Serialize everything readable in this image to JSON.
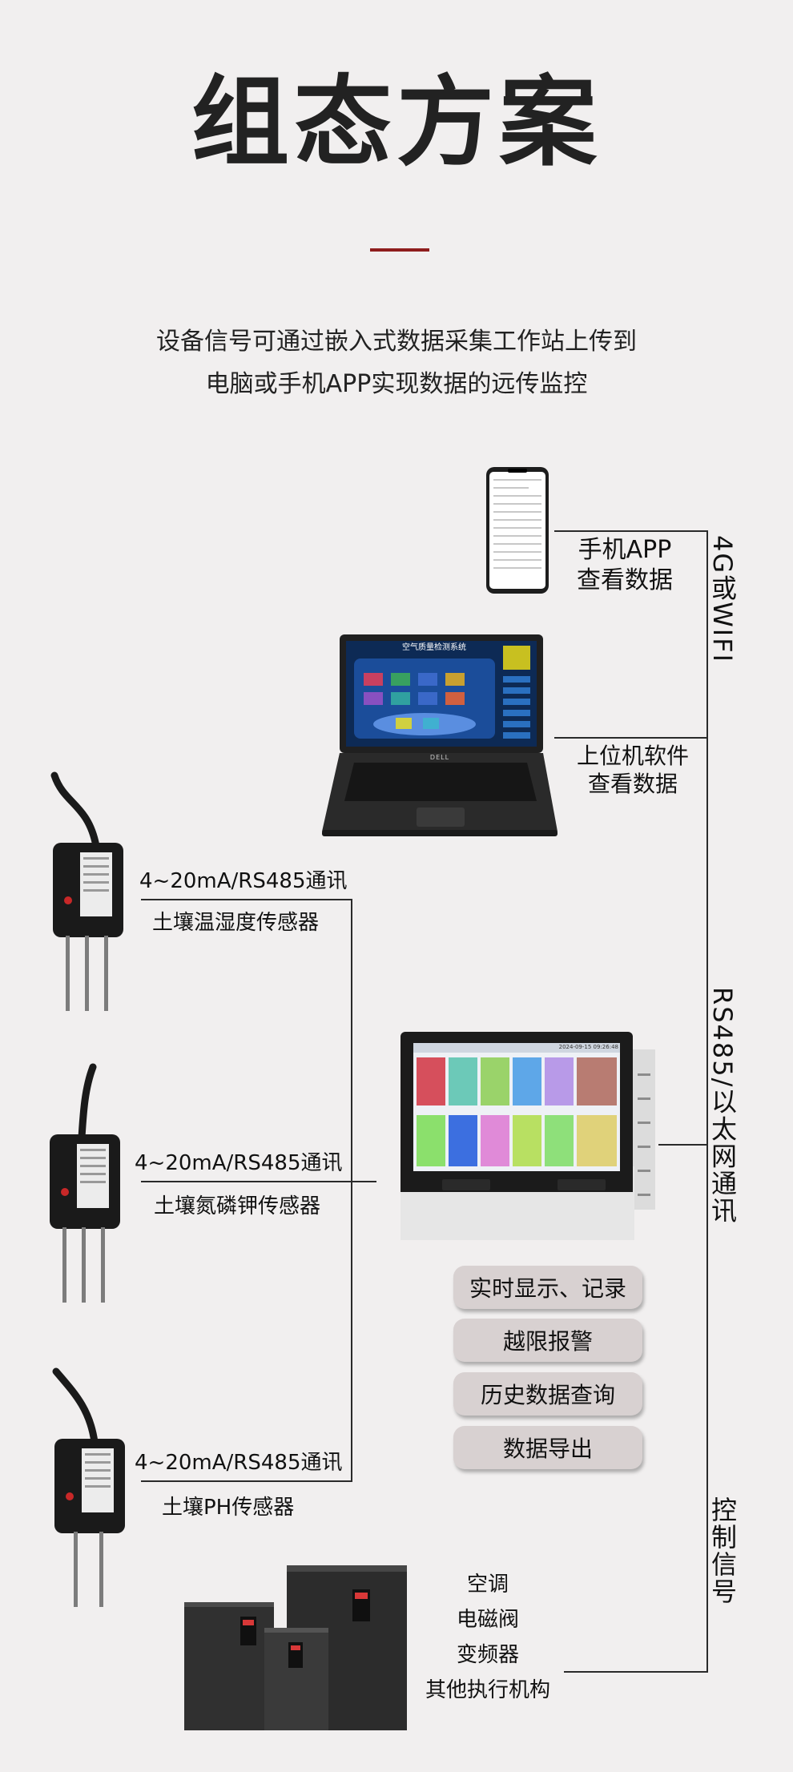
{
  "header": {
    "title": "组态方案",
    "subtitle_line1": "设备信号可通过嵌入式数据采集工作站上传到",
    "subtitle_line2": "电脑或手机APP实现数据的远传监控"
  },
  "phone": {
    "label_line1": "手机APP",
    "label_line2": "查看数据"
  },
  "laptop": {
    "screen_title": "空气质量检测系统",
    "brand": "DELL",
    "label_line1": "上位机软件",
    "label_line2": "查看数据"
  },
  "channels": {
    "wireless": "4G或WIFI",
    "wired": "RS485/以太网通讯",
    "control": "控制信号"
  },
  "sensors": [
    {
      "signal": "4~20mA/RS485通讯",
      "name": "土壤温湿度传感器"
    },
    {
      "signal": "4~20mA/RS485通讯",
      "name": "土壤氮磷钾传感器"
    },
    {
      "signal": "4~20mA/RS485通讯",
      "name": "土壤PH传感器"
    }
  ],
  "recorder": {
    "screen_timestamp": "2024-09-15 09:26:48",
    "features": [
      "实时显示、记录",
      "越限报警",
      "历史数据查询",
      "数据导出"
    ]
  },
  "actuators": [
    "空调",
    "电磁阀",
    "变频器",
    "其他执行机构"
  ],
  "colors": {
    "accent": "#8e1d1d",
    "pill": "#d8d1d1",
    "background": "#f1efef"
  }
}
